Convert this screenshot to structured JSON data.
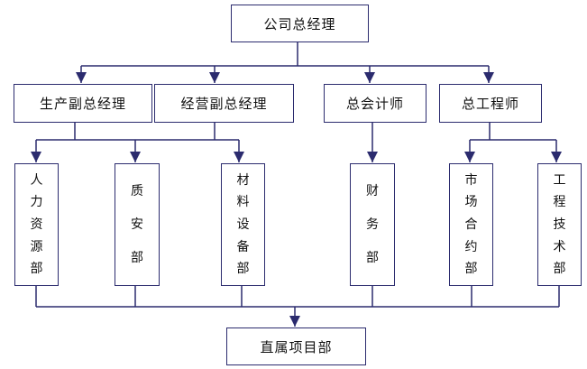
{
  "colors": {
    "line": "#2b2b6e",
    "border": "#2b2b6e",
    "text": "#111111",
    "background": "#ffffff"
  },
  "top": {
    "label": "公司总经理"
  },
  "level2": [
    {
      "label": "生产副总经理"
    },
    {
      "label": "经营副总经理"
    },
    {
      "label": "总会计师"
    },
    {
      "label": "总工程师"
    }
  ],
  "departments": [
    {
      "chars": [
        "人",
        "力",
        "资",
        "源",
        "部"
      ]
    },
    {
      "chars": [
        "质",
        "安",
        "部"
      ]
    },
    {
      "chars": [
        "材",
        "料",
        "设",
        "备",
        "部"
      ]
    },
    {
      "chars": [
        "财",
        "务",
        "部"
      ]
    },
    {
      "chars": [
        "市",
        "场",
        "合",
        "约",
        "部"
      ]
    },
    {
      "chars": [
        "工",
        "程",
        "技",
        "术",
        "部"
      ]
    }
  ],
  "bottom": {
    "label": "直属项目部"
  }
}
